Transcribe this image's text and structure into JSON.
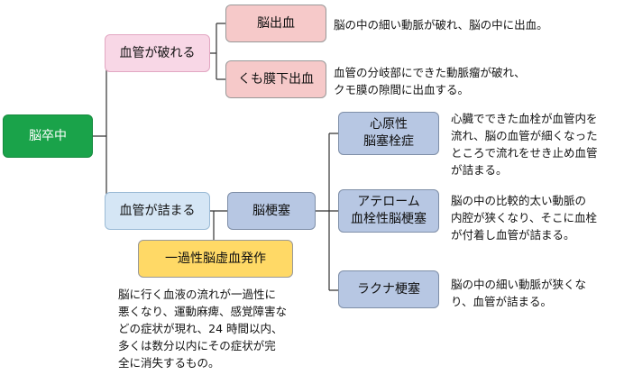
{
  "root": {
    "label": "脳卒中"
  },
  "branch_rupture": {
    "label": "血管が破れる"
  },
  "branch_block": {
    "label": "血管が詰まる"
  },
  "cerebral_hemorrhage": {
    "label": "脳出血",
    "desc": "脳の中の細い動脈が破れ、脳の中に出血。"
  },
  "subarachnoid_hemorrhage": {
    "label": "くも膜下出血",
    "desc_lines": [
      "血管の分岐部にできた動脈瘤が破れ、",
      "クモ膜の隙間に出血する。"
    ]
  },
  "cerebral_infarction": {
    "label": "脳梗塞"
  },
  "tia": {
    "label": "一過性脳虚血発作",
    "desc_lines": [
      "脳に行く血液の流れが一過性に",
      "悪くなり、運動麻痺、感覚障害な",
      "どの症状が現れ、24 時間以内、",
      "多くは数分以内にその症状が完",
      "全に消失するもの。"
    ]
  },
  "cardioembolic": {
    "label_lines": [
      "心原性",
      "脳塞栓症"
    ],
    "desc_lines": [
      "心臓でできた血栓が血管内を",
      "流れ、脳の血管が細くなった",
      "ところで流れをせき止め血管",
      "が詰まる。"
    ]
  },
  "atherothrombotic": {
    "label_lines": [
      "アテローム",
      "血栓性脳梗塞"
    ],
    "desc_lines": [
      "脳の中の比較的太い動脈の",
      "内腔が狭くなり、そこに血栓",
      "が付着し血管が詰まる。"
    ]
  },
  "lacunar": {
    "label": "ラクナ梗塞",
    "desc_lines": [
      "脳の中の細い動脈が狭くな",
      "り、血管が詰まる。"
    ]
  }
}
